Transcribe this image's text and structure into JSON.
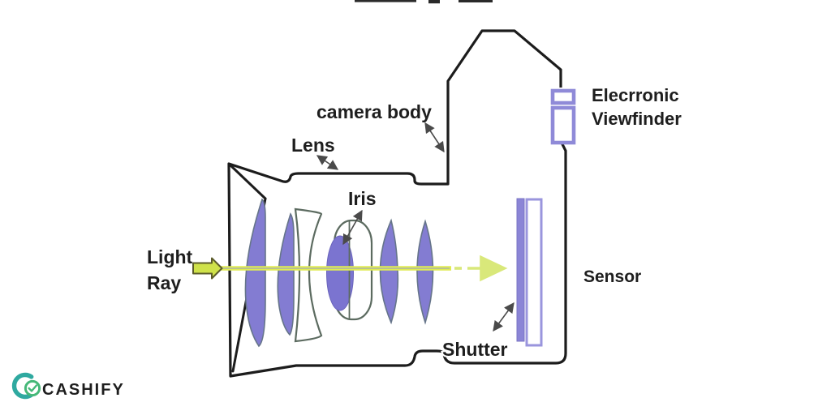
{
  "page": {
    "kind": "camera-internals-diagram",
    "background": "#ffffff"
  },
  "diagram": {
    "labels": {
      "camera_body": "camera body",
      "lens": "Lens",
      "iris": "Iris",
      "light_line1": "Light",
      "light_line2": "Ray",
      "evf_line1": "Elecrronic",
      "evf_line2": "Viewfinder",
      "sensor": "Sensor",
      "shutter": "Shutter"
    },
    "parts": [
      "light-ray",
      "lens-cone",
      "lens-barrel",
      "lens-elements",
      "iris",
      "camera-body",
      "electronic-viewfinder",
      "shutter",
      "sensor"
    ],
    "colors": {
      "outline": "#1c1c1c",
      "lens_fill": "#837cd2",
      "lens_edge": "#66758a",
      "iris_edge": "#5c6b60",
      "ray_yellow": "#e0ec52",
      "ray_dashed": "#d9e87a",
      "ray_core_gray": "#adb3a6",
      "pointer_gray": "#4a4a4a",
      "viewfinder_purple": "#8f8ad8",
      "sensor_edge": "#9a95dd"
    }
  },
  "watermark": {
    "brand": "CASHIFY",
    "icon": "cashify-check-icon",
    "icon_teal": "#2fa9a0",
    "check_green": "#45b878",
    "text_teal": "#8ccfc7"
  }
}
